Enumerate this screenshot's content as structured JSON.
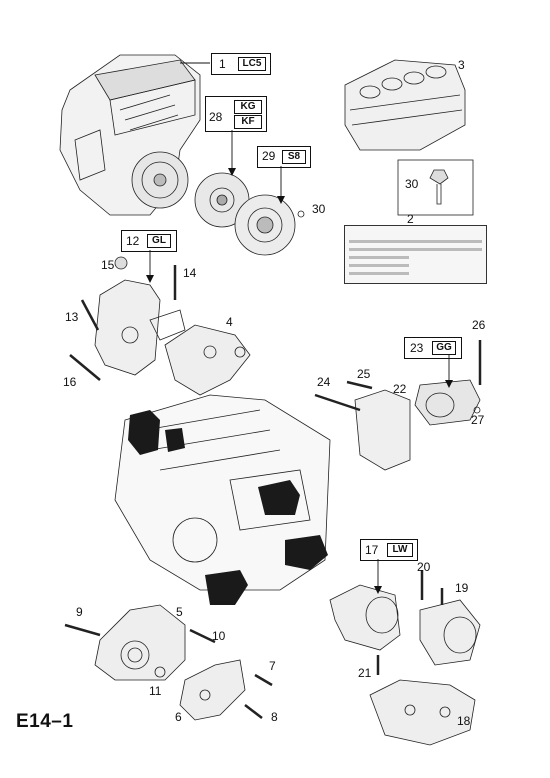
{
  "page_code": "E14–1",
  "callouts": {
    "c1": "1",
    "c2": "2",
    "c3": "3",
    "c4": "4",
    "c5": "5",
    "c6": "6",
    "c7": "7",
    "c8": "8",
    "c9": "9",
    "c10": "10",
    "c11": "11",
    "c12": "12",
    "c13": "13",
    "c14": "14",
    "c15": "15",
    "c16": "16",
    "c17": "17",
    "c18": "18",
    "c19": "19",
    "c20": "20",
    "c21": "21",
    "c22": "22",
    "c23": "23",
    "c24": "24",
    "c25": "25",
    "c26": "26",
    "c27": "27",
    "c28": "28",
    "c29": "29",
    "c30": "30"
  },
  "code_boxes": {
    "b1": "LC5",
    "b28_top": "KG",
    "b28_bottom": "KF",
    "b29": "S8",
    "b12": "GL",
    "b23": "GG",
    "b17": "LW"
  },
  "colors": {
    "line": "#111111",
    "shade": "#1a1a1a",
    "paper": "#ffffff"
  }
}
